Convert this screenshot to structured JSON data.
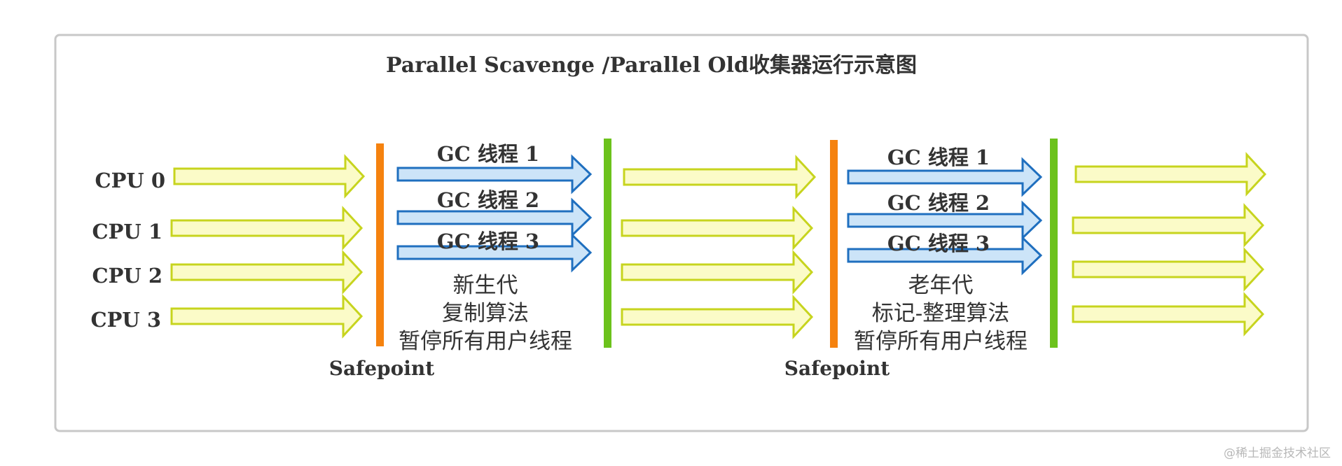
{
  "title": "Parallel Scavenge /Parallel Old收集器运行示意图",
  "cpu_labels": [
    "CPU 0",
    "CPU 1",
    "CPU 2",
    "CPU 3"
  ],
  "phase1": {
    "gc_threads": [
      "GC 线程 1",
      "GC 线程 2",
      "GC 线程 3"
    ],
    "desc": [
      "新生代",
      "复制算法",
      "暂停所有用户线程"
    ],
    "safepoint": "Safepoint"
  },
  "phase2": {
    "gc_threads": [
      "GC 线程 1",
      "GC 线程 2",
      "GC 线程 3"
    ],
    "desc": [
      "老年代",
      "标记-整理算法",
      "暂停所有用户线程"
    ],
    "safepoint": "Safepoint"
  },
  "watermark": "@稀土掘金技术社区",
  "colors": {
    "user_arrow_fill": "#fbfbc8",
    "user_arrow_stroke": "#c7d41e",
    "gc_arrow_fill": "#cce4f8",
    "gc_arrow_stroke": "#1f6fbf",
    "safepoint_bar": "#f5820f",
    "end_bar": "#6cc21c",
    "frame_stroke": "#c8c8c8",
    "text": "#333333"
  },
  "icons": {
    "user_thread": "yellow-right-arrow",
    "gc_thread": "blue-right-arrow"
  }
}
